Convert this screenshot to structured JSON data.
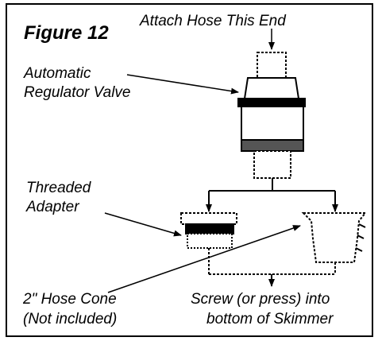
{
  "figure_title": "Figure 12",
  "labels": {
    "attach_hose": "Attach Hose This End",
    "regulator_line1": "Automatic",
    "regulator_line2": "Regulator Valve",
    "adapter_line1": "Threaded",
    "adapter_line2": "Adapter",
    "hose_cone_line1": "2\" Hose Cone",
    "hose_cone_line2": "(Not included)",
    "screw_line1": "Screw (or press) into",
    "screw_line2": "bottom of Skimmer"
  }
}
